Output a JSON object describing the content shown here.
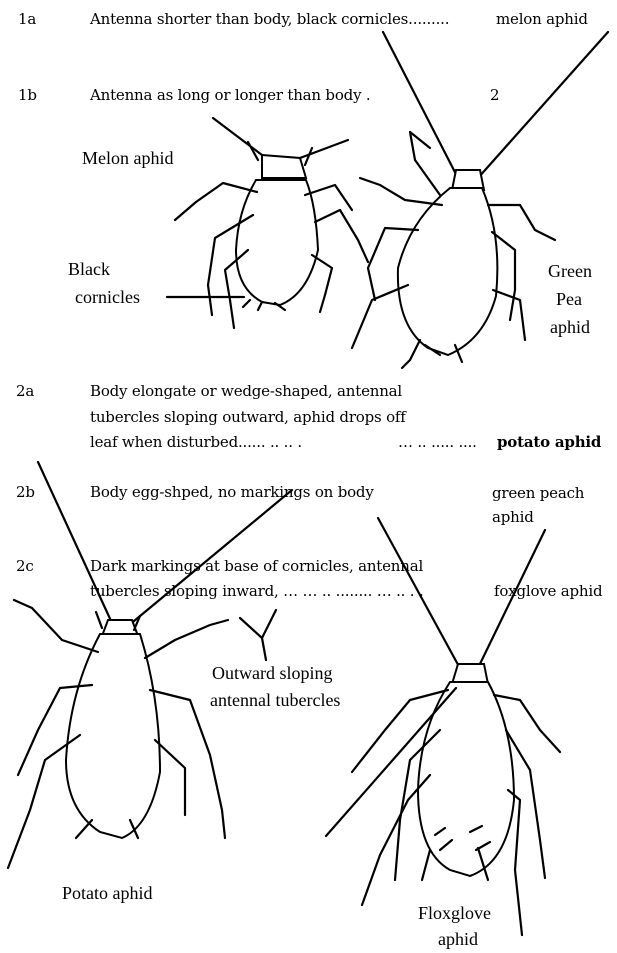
{
  "key": {
    "c1a": {
      "code": "1a",
      "text": "Antenna shorter than body, black cornicles.........",
      "result": "melon aphid"
    },
    "c1b": {
      "code": "1b",
      "text": "Antenna as long or longer than body .",
      "result": "2"
    },
    "c2a": {
      "code": "2a",
      "line1": "Body elongate or wedge-shaped, antennal",
      "line2": "tubercles sloping outward, aphid drops off",
      "line3": "leaf when disturbed...... .. ..  .",
      "dots": "… .. ..... ....",
      "result": "potato aphid"
    },
    "c2b": {
      "code": "2b",
      "text": "Body egg-shped, no markings on body",
      "result1": "green peach",
      "result2": "aphid"
    },
    "c2c": {
      "code": "2c",
      "line1": "Dark markings at base of cornicles, antennal",
      "line2": "tubercles sloping inward, …  … .. ........ … .. . .",
      "result": "foxglove aphid"
    }
  },
  "labels": {
    "melon": "Melon aphid",
    "black1": "Black",
    "black2": "cornicles",
    "green1": "Green",
    "green2": "Pea",
    "green3": "aphid",
    "outward1": "Outward sloping",
    "outward2": "antennal tubercles",
    "potato": "Potato aphid",
    "flox1": "Floxglove",
    "flox2": "aphid"
  }
}
